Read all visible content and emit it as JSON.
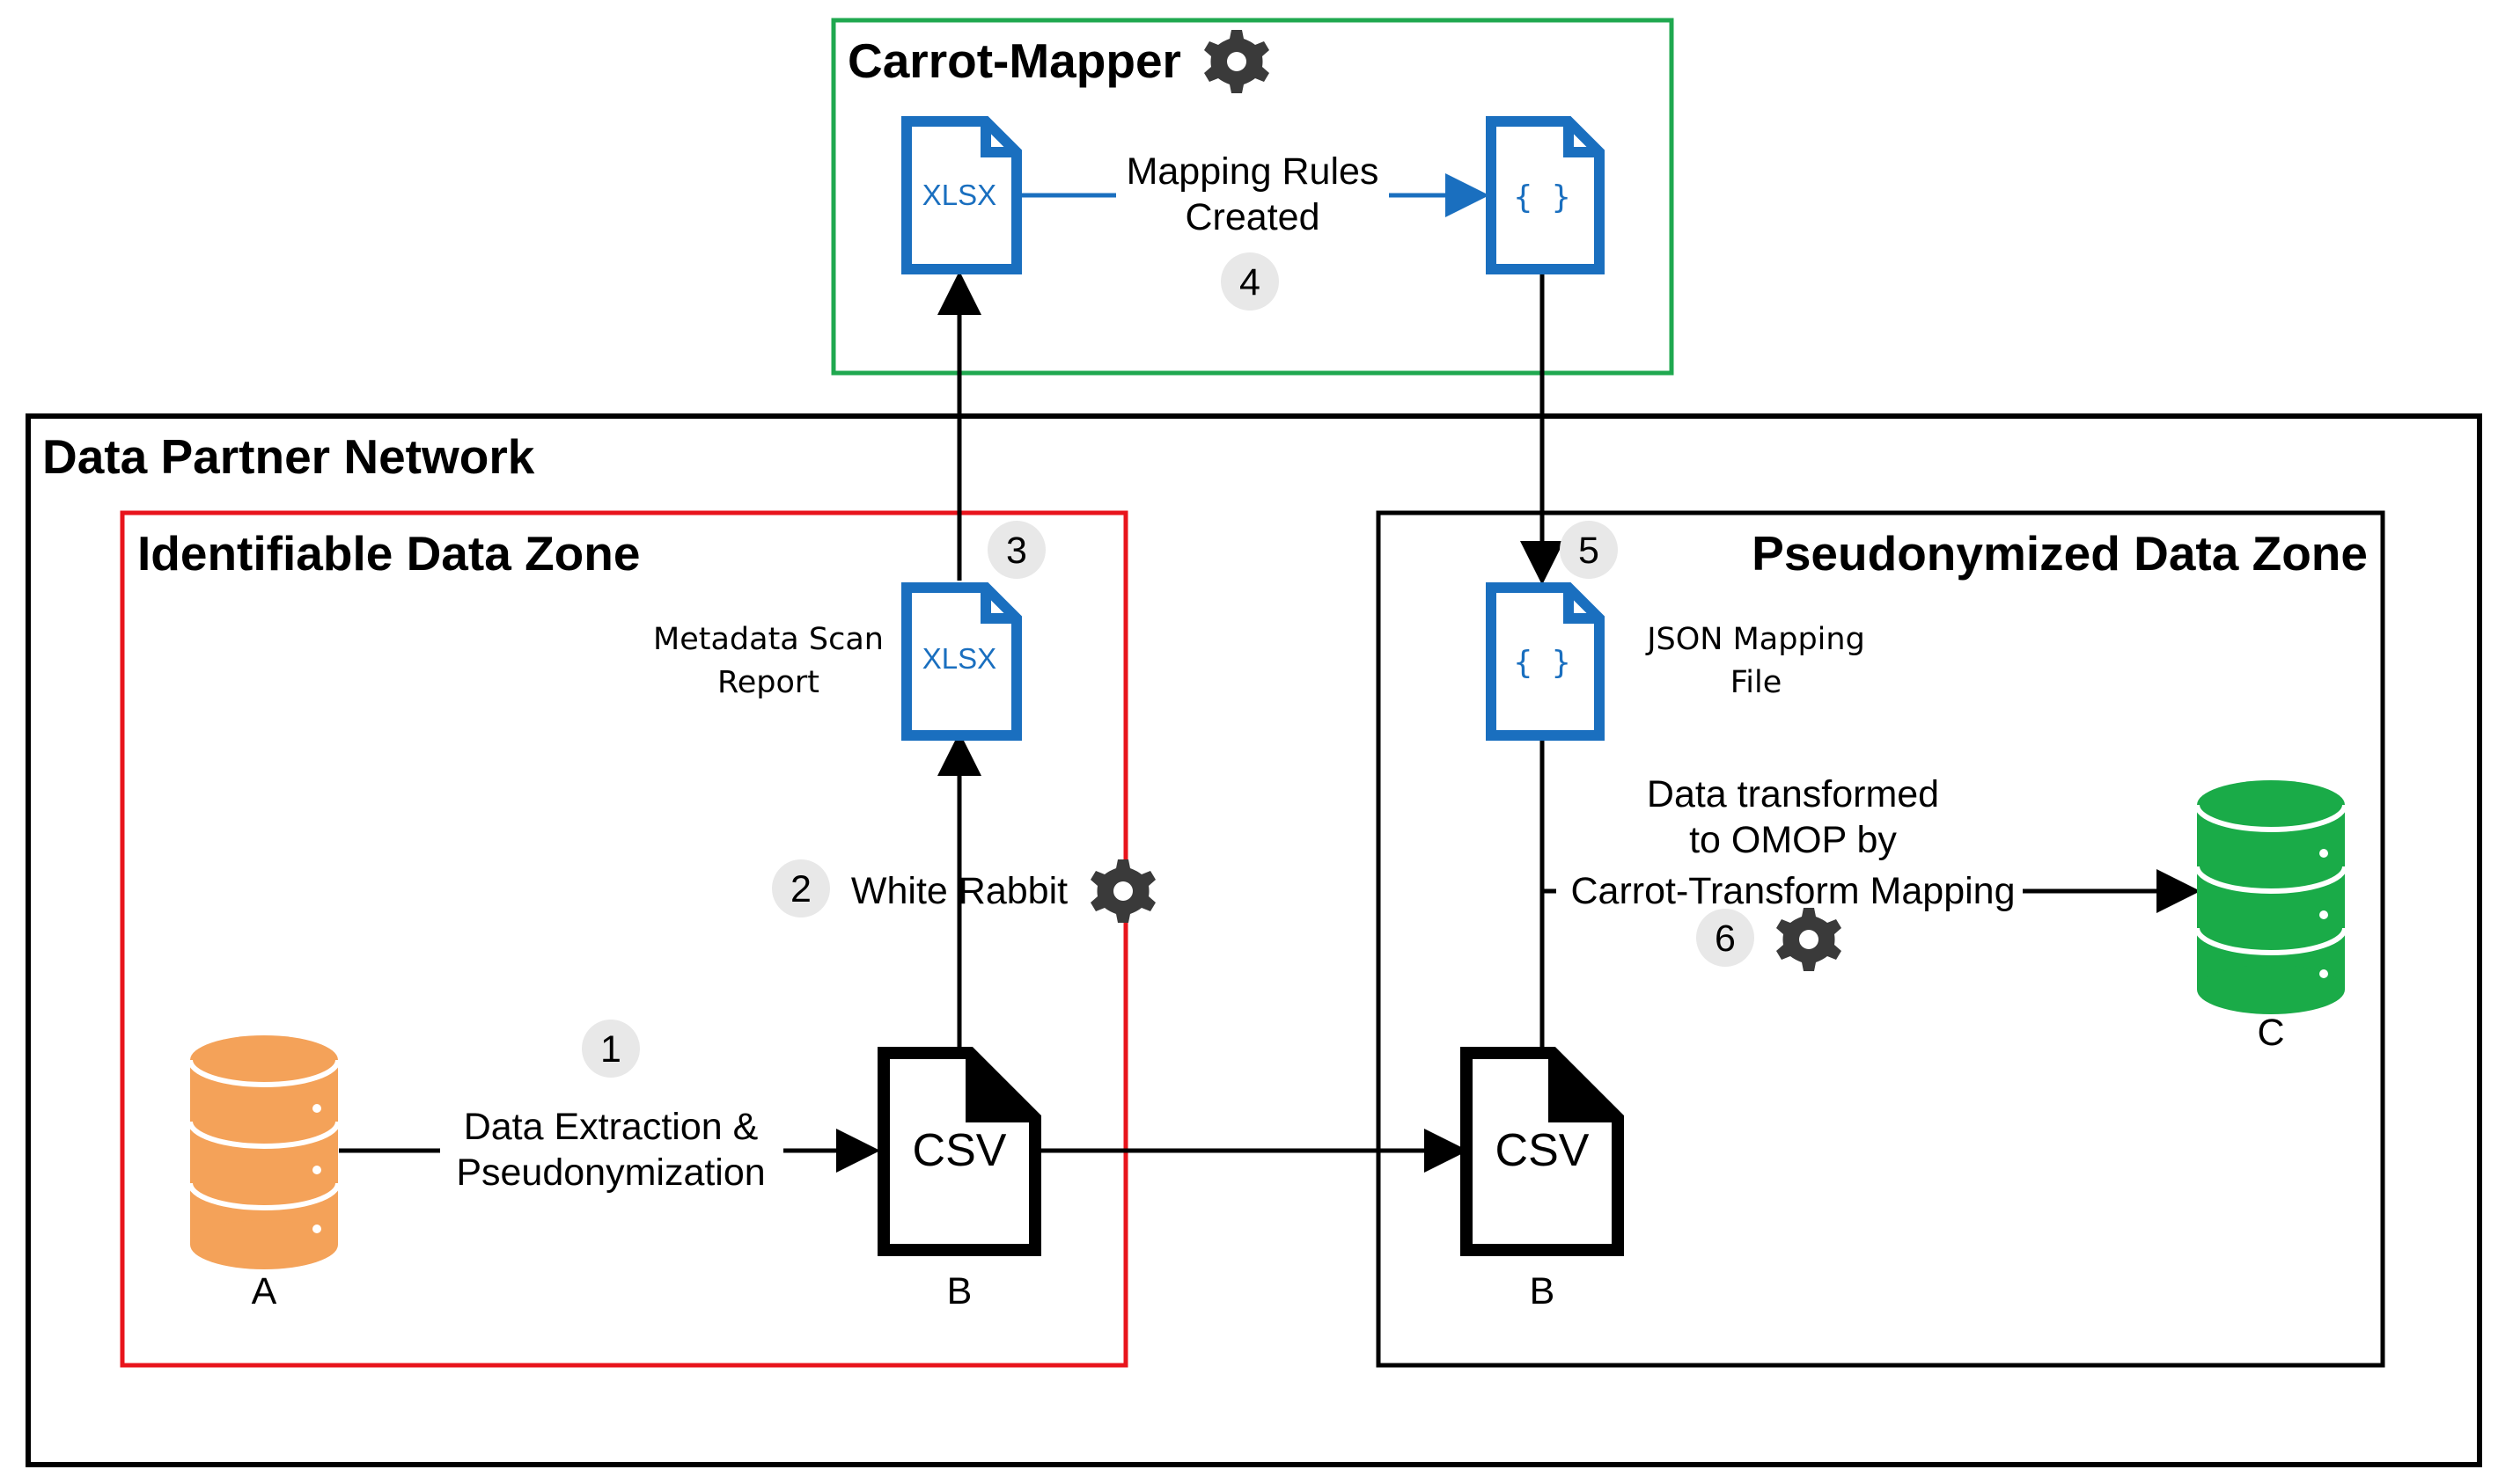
{
  "zones": {
    "carrot_mapper": "Carrot-Mapper",
    "data_partner_network": "Data Partner Network",
    "identifiable": "Identifiable Data Zone",
    "pseudonymized": "Pseudonymized Data Zone"
  },
  "documents": {
    "xlsx_label": "XLSX",
    "json_label": "{ }",
    "csv_label": "CSV"
  },
  "labels": {
    "metadata_line1": "Metadata Scan",
    "metadata_line2": "Report",
    "json_line1": "JSON Mapping",
    "json_line2": "File",
    "mapping_line1": "Mapping Rules",
    "mapping_line2": "Created",
    "white_rabbit": "White Rabbit",
    "extraction_line1": "Data Extraction &",
    "extraction_line2": "Pseudonymization",
    "transform_line1": "Data transformed",
    "transform_line2": "to OMOP by",
    "transform_line3": "Carrot-Transform Mapping",
    "node_a": "A",
    "node_b": "B",
    "node_b2": "B",
    "node_c": "C"
  },
  "steps": [
    "1",
    "2",
    "3",
    "4",
    "5",
    "6"
  ],
  "colors": {
    "carrot_border": "#1fa84f",
    "identifiable_border": "#e8141c",
    "doc_blue": "#1a6fbf",
    "db_orange": "#f4a259",
    "db_green": "#1aab48",
    "gear": "#3a3a3a",
    "step_circle": "#e8e8e8"
  },
  "icons": [
    "gear-icon",
    "database-icon",
    "document-icon"
  ]
}
